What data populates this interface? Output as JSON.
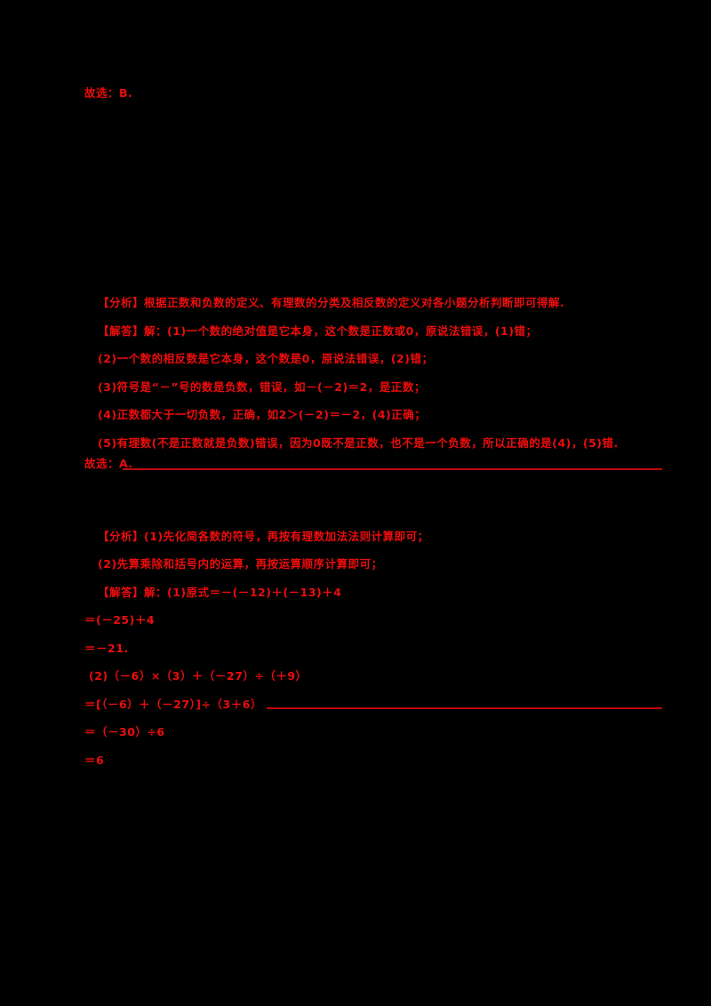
{
  "page": {
    "background_color": "#000000",
    "text_color": "#ee0c0c"
  },
  "doc": {
    "answer_b": "故选：B.",
    "block1": {
      "lines": [
        "【分析】根据正数和负数的定义、有理数的分类及相反数的定义对各小题分析判断即可得解.",
        "【解答】解：(1)一个数的绝对值是它本身，这个数是正数或0，原说法错误，(1)错；",
        "(2)一个数的相反数是它本身，这个数是0，原说法错误，(2)错；",
        "(3)符号是“－”号的数是负数，错误，如－(－2)＝2，是正数；",
        "(4)正数都大于一切负数，正确，如2＞(－2)＝－2，(4)正确；",
        "(5)有理数(不是正数就是负数)错误，因为0既不是正数，也不是一个负数，所以正确的是(4)，(5)错.",
        "故选：A."
      ]
    },
    "block2": {
      "lines": [
        "【分析】(1)先化简各数的符号，再按有理数加法法则计算即可；",
        "(2)先算乘除和括号内的运算，再按运算顺序计算即可；",
        "【解答】解：(1)原式＝－(－12)＋(－13)＋4",
        "＝(－25)＋4",
        "＝－21.",
        "(2)（－6）×（3）＋（－27）÷（＋9）",
        "＝[（－6）＋（－27）]÷（3＋6）",
        "＝（－30）÷6",
        "＝6"
      ]
    }
  }
}
